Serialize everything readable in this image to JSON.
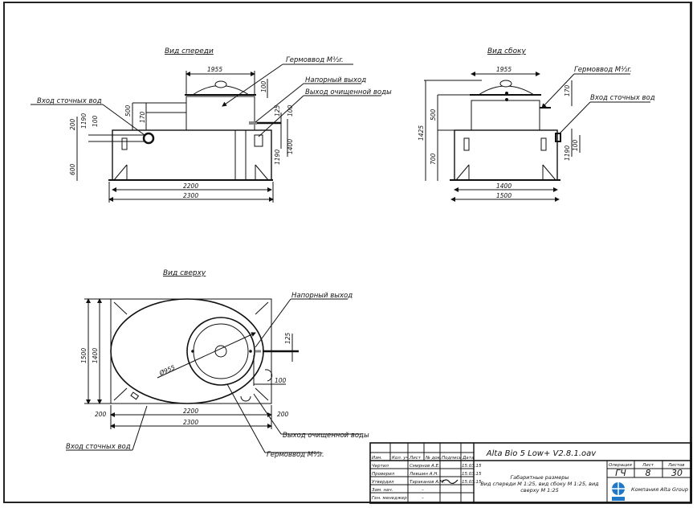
{
  "views": {
    "front": {
      "title": "Вид спереди",
      "labels": {
        "inlet": "Вход сточных вод",
        "gland": "Гермоввод М½r.",
        "pressure_outlet": "Напорный выход",
        "clean_outlet": "Выход очищенной воды"
      },
      "dims": {
        "neck_width": "1955",
        "base_inner": "2200",
        "base_outer": "2300",
        "top_h": "170",
        "neck_h": "500",
        "cap_h": "100",
        "inlet_a": "200",
        "inlet_b": "100",
        "inlet_c": "1190",
        "bottom_h": "600",
        "press_a": "125",
        "press_b": "100",
        "right_a": "1190",
        "right_b": "1400"
      }
    },
    "side": {
      "title": "Вид сбоку",
      "labels": {
        "gland": "Гермоввод М½r.",
        "inlet": "Вход сточных вод"
      },
      "dims": {
        "neck_width": "1955",
        "total_h": "1425",
        "neck_h": "500",
        "body_h": "700",
        "cap_h": "170",
        "base_inner": "1400",
        "base_outer": "1500",
        "right_a": "1190",
        "right_b": "100"
      }
    },
    "top": {
      "title": "Вид сверху",
      "labels": {
        "pressure_outlet": "Напорный выход",
        "clean_outlet": "Выход очищенной воды",
        "inlet": "Вход сточных вод",
        "gland": "Гермоввод М½r."
      },
      "dims": {
        "diameter": "Ø955",
        "outer_h": "1500",
        "inner_h": "1400",
        "base_inner": "2200",
        "base_outer": "2300",
        "margin_l": "200",
        "margin_r": "200",
        "press_off": "125",
        "clean_off": "100"
      }
    }
  },
  "title_block": {
    "doc_title": "Alta Bio 5 Low+ V2.8.1.oav",
    "headers": [
      "Изм.",
      "Кол. уч.",
      "Лист",
      "№ док.",
      "Подпись",
      "Дата"
    ],
    "rows": [
      {
        "role": "Чертил",
        "name": "Смирнов А.Е.",
        "date": "15.03.15"
      },
      {
        "role": "Проверил",
        "name": "Левшин А.Н.",
        "date": "15.03.15"
      },
      {
        "role": "Утвердил",
        "name": "Тараканов А.М.",
        "date": "15.03.15"
      },
      {
        "role": "Зам. нач.",
        "name": "–",
        "date": ""
      },
      {
        "role": "Ген. менеджер",
        "name": "–",
        "date": ""
      }
    ],
    "description_lines": [
      "Габаритные размеры",
      "Вид спереди М 1:25, вид сбоку М 1:25, вид",
      "сверху М 1:25"
    ],
    "stage_label": "Операция",
    "sheet_label": "Лист",
    "sheets_label": "Листов",
    "stage_value": "ГЧ",
    "sheet_value": "8",
    "sheets_value": "30",
    "company": "Компания Alta Group"
  }
}
